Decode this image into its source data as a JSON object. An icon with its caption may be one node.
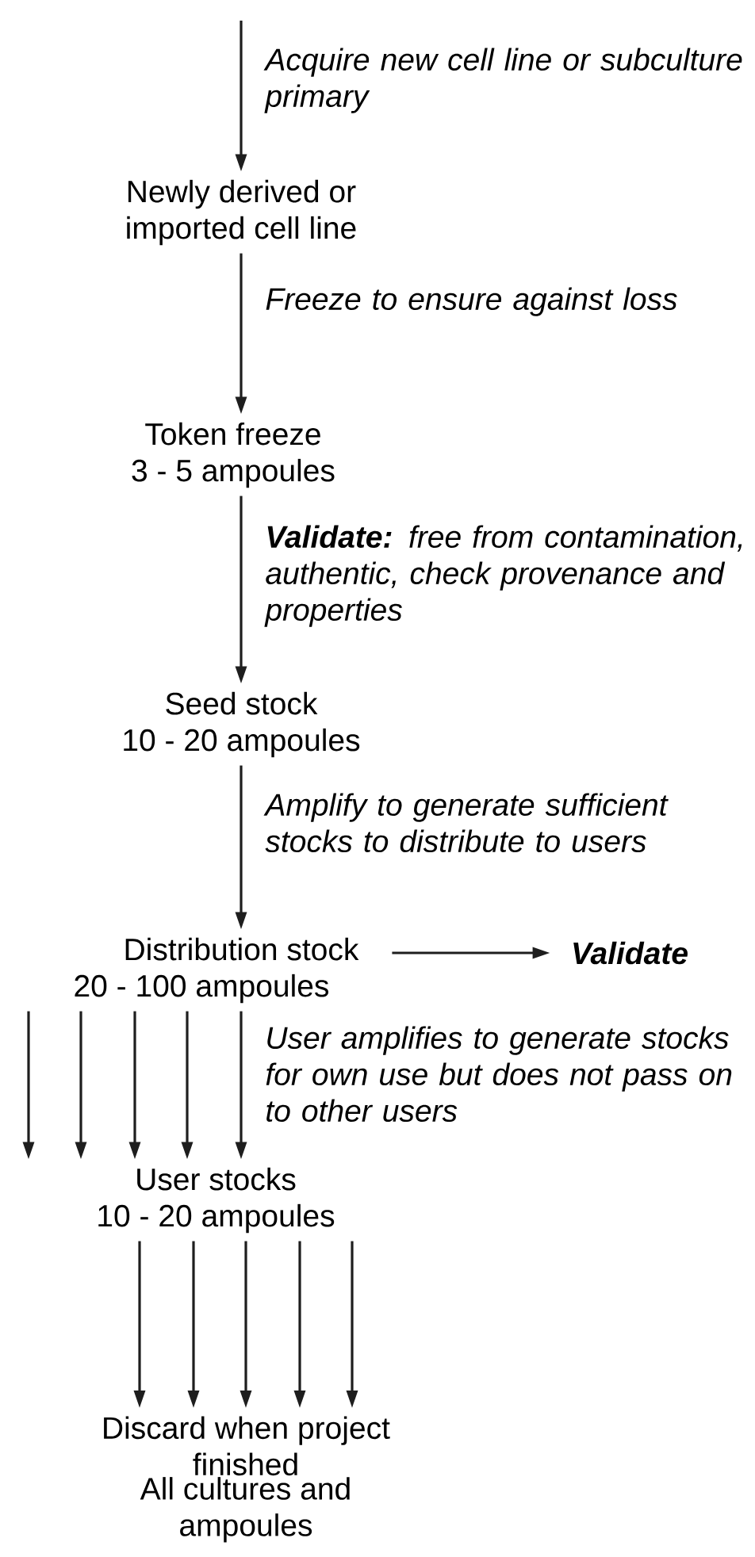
{
  "diagram": {
    "nodes": [
      {
        "text": [
          "Newly derived or imported cell line"
        ]
      },
      {
        "text": [
          "Token freeze",
          "3 - 5 ampoules"
        ]
      },
      {
        "text": [
          "Seed stock",
          "10 - 20 ampoules"
        ]
      },
      {
        "text": [
          "Distribution stock",
          "20 - 100 ampoules"
        ]
      },
      {
        "text": [
          "Validate"
        ]
      },
      {
        "text": [
          "User stocks",
          "10 - 20 ampoules"
        ]
      },
      {
        "text": [
          "Discard when project finished",
          "All cultures and ampoules"
        ]
      }
    ],
    "edges": [
      {
        "from": null,
        "to": 0,
        "arrow": "to",
        "label": "Acquire new cell line or subculture primary"
      },
      {
        "from": 0,
        "to": 1,
        "arrow": "to",
        "label": "Freeze to ensure against loss"
      },
      {
        "from": 1,
        "to": 2,
        "arrow": "to",
        "label": "**Validate:** free from contamination, authentic, check provenance and properties"
      },
      {
        "from": 2,
        "to": 3,
        "arrow": "to",
        "label": "Amplify to generate sufficient stocks to distribute to users"
      },
      {
        "from": 3,
        "to": 4,
        "arrow": "to"
      },
      {
        "from": 3,
        "to": 5,
        "arrow": "to"
      },
      {
        "from": 3,
        "to": 5,
        "arrow": "to"
      },
      {
        "from": 3,
        "to": 5,
        "arrow": "to"
      },
      {
        "from": 3,
        "to": 5,
        "arrow": "to"
      },
      {
        "from": 3,
        "to": 5,
        "arrow": "to",
        "label": "User amplifies to generate stocks for own use but does not pass on to other users"
      },
      {
        "from": 5,
        "to": 6,
        "arrow": "to"
      },
      {
        "from": 5,
        "to": 6,
        "arrow": "to"
      },
      {
        "from": 5,
        "to": 6,
        "arrow": "to"
      },
      {
        "from": 5,
        "to": 6,
        "arrow": "to"
      },
      {
        "from": 5,
        "to": 6,
        "arrow": "to"
      }
    ]
  }
}
